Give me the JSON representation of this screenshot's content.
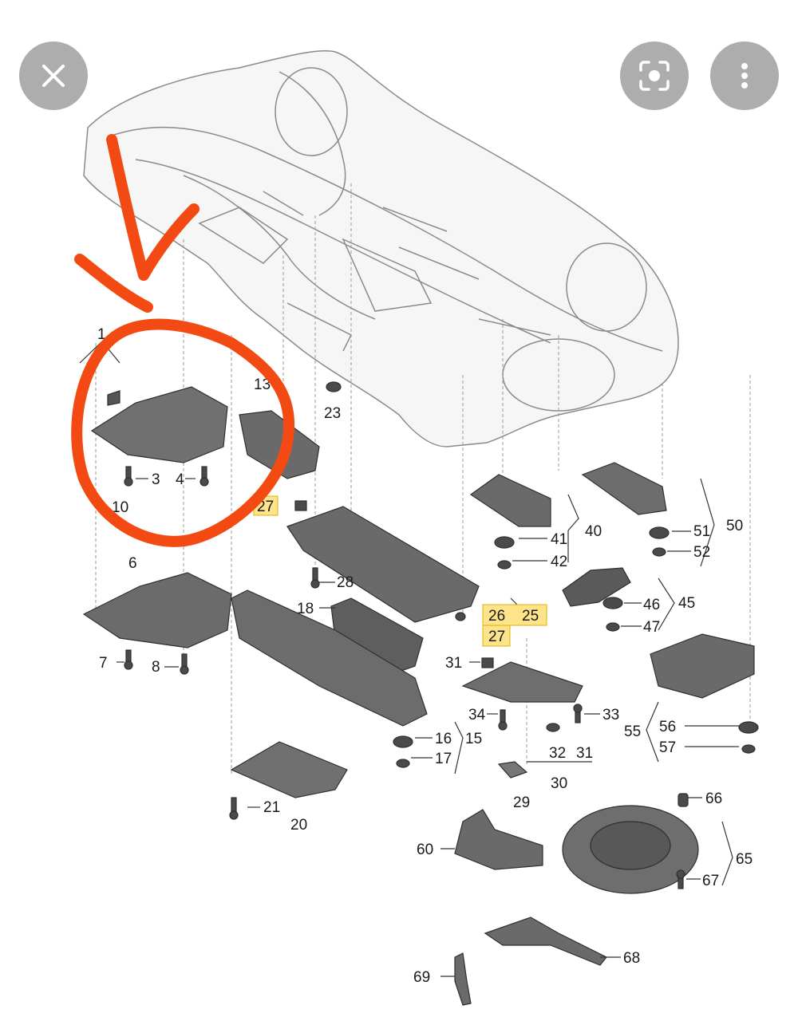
{
  "overlay": {
    "close_icon": "close-icon",
    "lens_icon": "lens-icon",
    "more_icon": "more-vertical-icon"
  },
  "annotation": {
    "color": "#f24a12"
  },
  "colors": {
    "highlight_fill": "#fde38a",
    "highlight_stroke": "#e0b300",
    "part_fill": "#6e6e6e",
    "part_dark": "#3a3a3a"
  },
  "labels": {
    "p1": "1",
    "p13": "13",
    "p3": "3",
    "p4": "4",
    "p10": "10",
    "p6": "6",
    "p7": "7",
    "p8": "8",
    "p23": "23",
    "p27a": "27",
    "p28": "28",
    "p18": "18",
    "p26": "26",
    "p25": "25",
    "p27b": "27",
    "p31a": "31",
    "p34": "34",
    "p33": "33",
    "p16": "16",
    "p15": "15",
    "p17": "17",
    "p32": "32",
    "p31b": "31",
    "p30": "30",
    "p29": "29",
    "p21": "21",
    "p20": "20",
    "p40": "40",
    "p41": "41",
    "p42": "42",
    "p50": "50",
    "p51": "51",
    "p52": "52",
    "p45": "45",
    "p46": "46",
    "p47": "47",
    "p55": "55",
    "p56": "56",
    "p57": "57",
    "p66": "66",
    "p65": "65",
    "p67": "67",
    "p60": "60",
    "p68": "68",
    "p69": "69"
  }
}
